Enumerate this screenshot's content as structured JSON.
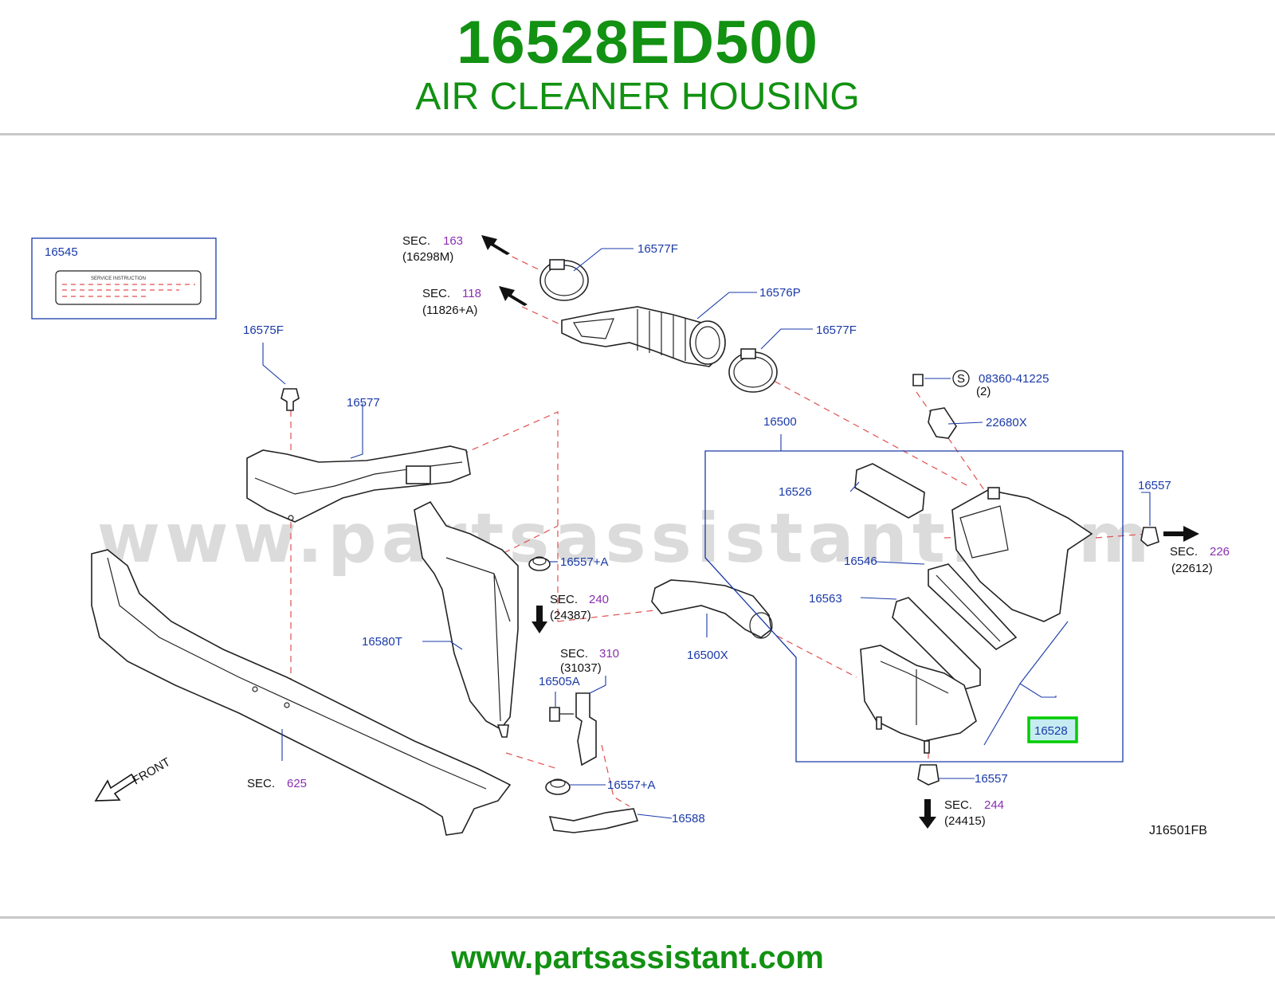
{
  "header": {
    "part_number": "16528ED500",
    "title": "AIR CLEANER HOUSING"
  },
  "footer": {
    "url": "www.partsassistant.com"
  },
  "watermark": "www.partsassistant.com",
  "colors": {
    "brand_green": "#129112",
    "label_blue": "#1a3aa8",
    "section_purple": "#8a2fb0",
    "highlight": "#00cc00"
  },
  "diagram": {
    "code": "J16501FB",
    "front_label": "FRONT",
    "label_box": {
      "part": "16545",
      "card_text": "SERVICE      INSTRUCTION"
    },
    "parts": {
      "p16575F": "16575F",
      "p16577": "16577",
      "p16577F_a": "16577F",
      "p16576P": "16576P",
      "p16577F_b": "16577F",
      "p08360": "08360-41225",
      "p08360_qty": "(2)",
      "s_mark": "S",
      "p22680X": "22680X",
      "p16500": "16500",
      "p16526": "16526",
      "p16557_a": "16557",
      "p16546": "16546",
      "p16563": "16563",
      "p16528": "16528",
      "p16557_b": "16557",
      "p16557A_a": "16557+A",
      "p16580T": "16580T",
      "p16500X": "16500X",
      "p16505A": "16505A",
      "p16557A_b": "16557+A",
      "p16588": "16588"
    },
    "sections": [
      {
        "sec": "SEC.",
        "num": "163",
        "ref": "(16298M)"
      },
      {
        "sec": "SEC.",
        "num": "118",
        "ref": "(11826+A)"
      },
      {
        "sec": "SEC.",
        "num": "240",
        "ref": "(24387)"
      },
      {
        "sec": "SEC.",
        "num": "310",
        "ref": "(31037)"
      },
      {
        "sec": "SEC.",
        "num": "625",
        "ref": ""
      },
      {
        "sec": "SEC.",
        "num": "226",
        "ref": "(22612)"
      },
      {
        "sec": "SEC.",
        "num": "244",
        "ref": "(24415)"
      }
    ]
  }
}
